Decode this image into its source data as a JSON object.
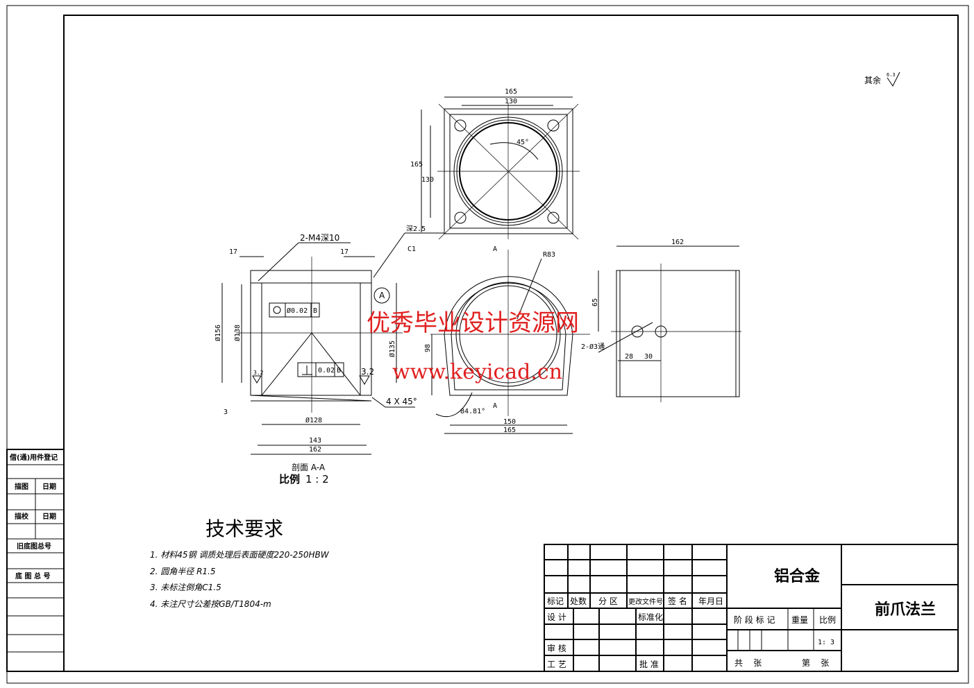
{
  "surface_note": {
    "label": "其余",
    "roughness": "6.3"
  },
  "top_view": {
    "dim_width_outer": "165",
    "dim_width_bolts": "130",
    "dim_height_outer": "165",
    "dim_height_bolts": "130",
    "angle": "45°",
    "depth_note": "深2.5"
  },
  "section_view": {
    "thread_note": "2-M4深10",
    "dim_left": "17",
    "dim_right": "17",
    "chamfer": "C1",
    "datum": "A",
    "dia_outer": "Ø156",
    "dia_inner": "Ø138",
    "dia_right": "Ø135",
    "roundness_value": "Ø0.02",
    "roundness_datum": "B",
    "perp_value": "0.02",
    "perp_datum": "B",
    "rough_left": "3.2",
    "rough_right": "3.2",
    "chamfer_4x45": "4 X 45°",
    "dim_3": "3",
    "dia_bottom": "Ø128",
    "dim_143": "143",
    "dim_162": "162",
    "title": "剖面 A-A",
    "scale_label": "比例",
    "scale_value": "1 : 2"
  },
  "front_view": {
    "section_mark_top": "A",
    "section_mark_bottom": "A",
    "radius": "R83",
    "height": "98",
    "angle": "84.81°",
    "dim_150": "150",
    "dim_165": "165"
  },
  "side_view": {
    "dim_width": "162",
    "dim_height": "65",
    "holes": "2-Ø3通",
    "dim_28": "28",
    "dim_30": "30"
  },
  "watermark": {
    "line1": "优秀毕业设计资源网",
    "line2": "www.keyicad.cn"
  },
  "tech_requirements": {
    "title": "技术要求",
    "items": [
      "1. 材料45钢 调质处理后表面硬度220-250HBW",
      "2. 圆角半径 R1.5",
      "3. 未标注倒角C1.5",
      "4. 未注尺寸公差按GB/T1804-m"
    ]
  },
  "left_strip": {
    "register": "借(通)用件登记",
    "draw": "描图",
    "date1": "日期",
    "check": "描校",
    "date2": "日期",
    "old_no": "旧底图总号",
    "base_no": "底 图 总 号"
  },
  "title_block": {
    "headers": [
      "标记",
      "处数",
      "分 区",
      "更改文件号",
      "签 名",
      "年月日"
    ],
    "design": "设 计",
    "standard": "标准化",
    "review": "审 核",
    "process": "工 艺",
    "approve": "批 准",
    "material": "铝合金",
    "stage_mark": "阶 段 标 记",
    "weight": "重量",
    "scale": "比例",
    "scale_value": "1: 3",
    "sheets_total": "共    张",
    "sheet_no": "第    张",
    "part_name": "前爪法兰"
  },
  "colors": {
    "line": "#000000",
    "watermark": "#e02020"
  }
}
